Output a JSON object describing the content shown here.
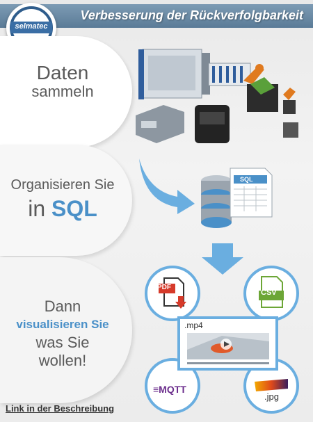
{
  "header": {
    "title": "Verbesserung der Rückverfolgbarkeit"
  },
  "logo": {
    "text": "selmatec"
  },
  "steps": {
    "collect": {
      "line1": "Daten",
      "line2": "sammeln"
    },
    "organize": {
      "line1": "Organisieren Sie",
      "prefix": "in",
      "highlight": "SQL"
    },
    "visualize": {
      "line1": "Dann",
      "highlight": "visualisieren Sie",
      "line3": "was Sie",
      "line4": "wollen!"
    }
  },
  "formats": {
    "pdf": "PDF",
    "csv": "CSV",
    "mp4": ".mp4",
    "mqtt": "MQTT",
    "jpg": ".jpg",
    "sql_doc": "SQL"
  },
  "footer": {
    "link": "Link in der Beschreibung"
  },
  "colors": {
    "accent": "#4a90c8",
    "header": "#6a8ba6",
    "csv_green": "#6ca636",
    "pdf_red": "#d63a2a",
    "mqtt_purple": "#6b2d8c"
  }
}
